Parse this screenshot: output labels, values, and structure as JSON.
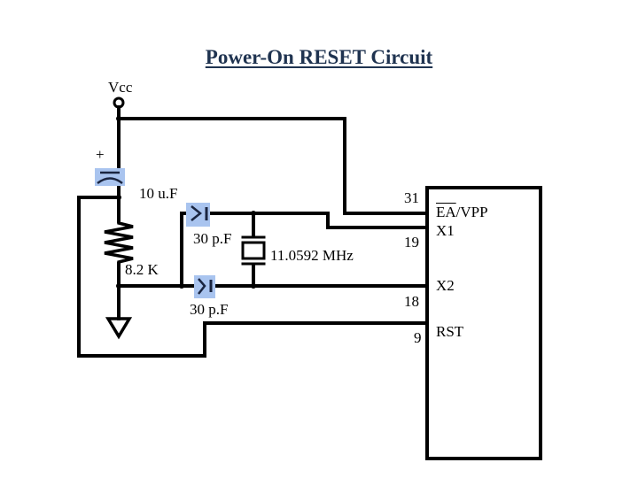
{
  "title": "Power-On RESET Circuit",
  "colors": {
    "title": "#1f3350",
    "wire": "#000000",
    "component_highlight": "#a9c4ef"
  },
  "supply": {
    "label": "Vcc"
  },
  "components": {
    "reset_capacitor": {
      "value": "10 u.F",
      "polarity_mark": "+"
    },
    "reset_resistor": {
      "value": "8.2 K"
    },
    "crystal_cap_1": {
      "value": "30 p.F"
    },
    "crystal_cap_2": {
      "value": "30 p.F"
    },
    "crystal": {
      "value": "11.0592 MHz"
    },
    "ground": {
      "symbol": "ground-icon"
    }
  },
  "chip": {
    "pins": [
      {
        "number": "31",
        "name_over": "EA",
        "name_rest": "/VPP"
      },
      {
        "number": "19",
        "name": "X1"
      },
      {
        "number": "18",
        "name": "X2"
      },
      {
        "number": "9",
        "name": "RST"
      }
    ]
  }
}
